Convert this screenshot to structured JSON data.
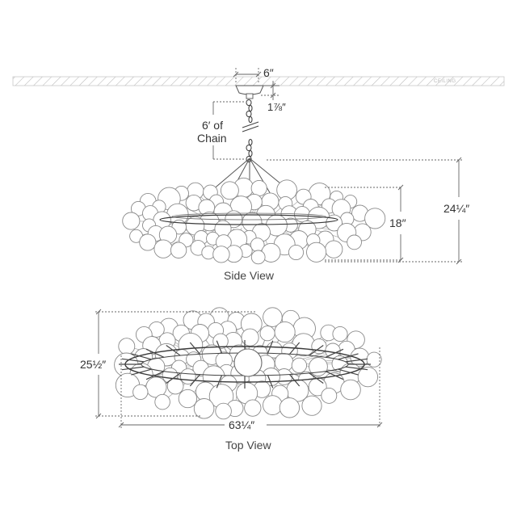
{
  "ceiling": {
    "label": "CEILING"
  },
  "dimensions": {
    "canopy_width": "6″",
    "canopy_height": "1⅞″",
    "chain_length": [
      "6′ of",
      "Chain"
    ],
    "body_height": "18″",
    "overall_height": "24¼″",
    "top_depth": "25½″",
    "top_width": "63¼″"
  },
  "views": {
    "side": "Side View",
    "top": "Top View"
  },
  "colors": {
    "line": "#555555",
    "globe_stroke": "#8a8a8a",
    "globe_fill": "#ffffff",
    "dim_line": "#666666",
    "hatch": "#bdbdbd",
    "frame": "#3a3a3a"
  }
}
